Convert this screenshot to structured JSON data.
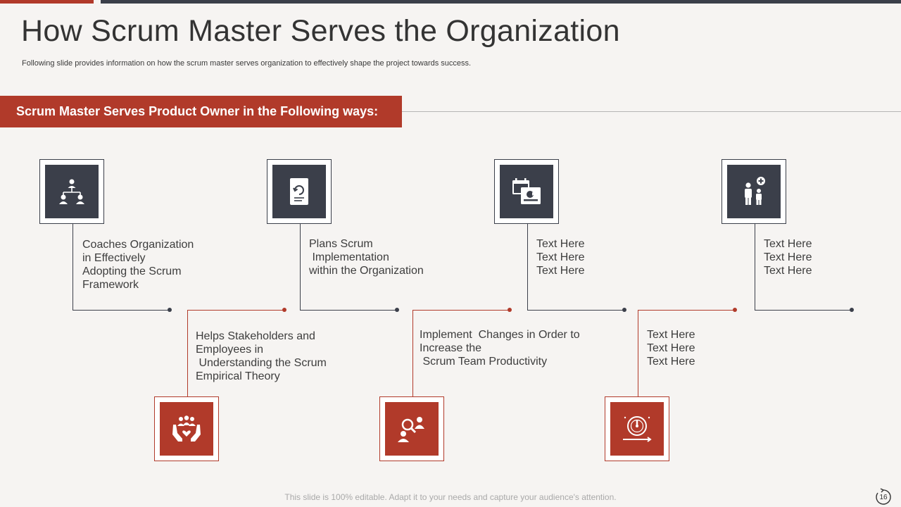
{
  "header": {
    "title": "How Scrum Master Serves the Organization",
    "subtitle": "Following slide provides information on how the scrum master serves organization to effectively  shape the project towards success."
  },
  "banner": {
    "label": "Scrum Master Serves Product Owner in the Following ways:"
  },
  "items": [
    {
      "icon": "org-hierarchy-icon",
      "text": "Coaches Organization\nin Effectively\nAdopting the Scrum\nFramework"
    },
    {
      "icon": "hands-community-icon",
      "text": "Helps Stakeholders and\nEmployees in\n Understanding the Scrum\nEmpirical Theory"
    },
    {
      "icon": "document-refresh-icon",
      "text": "Plans Scrum\n Implementation\nwithin the Organization"
    },
    {
      "icon": "team-search-icon",
      "text": "Implement  Changes in Order to\nIncrease the\n Scrum Team Productivity"
    },
    {
      "icon": "calendar-schedule-icon",
      "text": "Text Here\nText Here\nText Here"
    },
    {
      "icon": "speedometer-icon",
      "text": "Text Here\nText Here\nText Here"
    },
    {
      "icon": "parent-child-icon",
      "text": "Text Here\nText Here\nText Here"
    }
  ],
  "footer": {
    "note": "This slide is 100% editable. Adapt it to your needs and capture your audience's attention.",
    "page_number": "16"
  },
  "colors": {
    "accent_red": "#b13a2a",
    "dark_slate": "#3b3f4a",
    "background": "#f6f4f2"
  }
}
